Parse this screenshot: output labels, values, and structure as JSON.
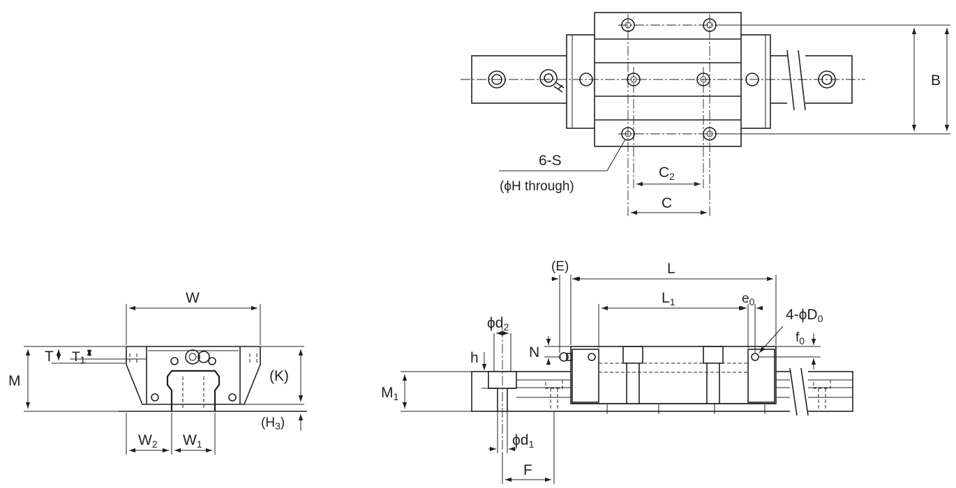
{
  "views": {
    "top": {
      "labels": {
        "B": "B",
        "C": "C",
        "C2_main": "C",
        "C2_sub": "2",
        "six_s": "6-S",
        "phi_h_through": "(ϕH through)"
      }
    },
    "front": {
      "labels": {
        "W": "W",
        "M": "M",
        "T": "T",
        "T1_main": "T",
        "T1_sub": "1",
        "K": "(K)",
        "H3_main": "(H",
        "H3_sub": "3",
        "H3_close": ")",
        "W2_main": "W",
        "W2_sub": "2",
        "W1_main": "W",
        "W1_sub": "1"
      }
    },
    "side": {
      "labels": {
        "E": "(E)",
        "L": "L",
        "L1_main": "L",
        "L1_sub": "1",
        "e0_main": "e",
        "e0_sub": "0",
        "D0_main": "4-ϕD",
        "D0_sub": "0",
        "f0_main": "f",
        "f0_sub": "0",
        "d2_main": "ϕd",
        "d2_sub": "2",
        "N": "N",
        "h": "h",
        "M1_main": "M",
        "M1_sub": "1",
        "d1_main": "ϕd",
        "d1_sub": "1",
        "F": "F"
      }
    }
  },
  "colors": {
    "line": "#231f20",
    "background": "#ffffff"
  }
}
